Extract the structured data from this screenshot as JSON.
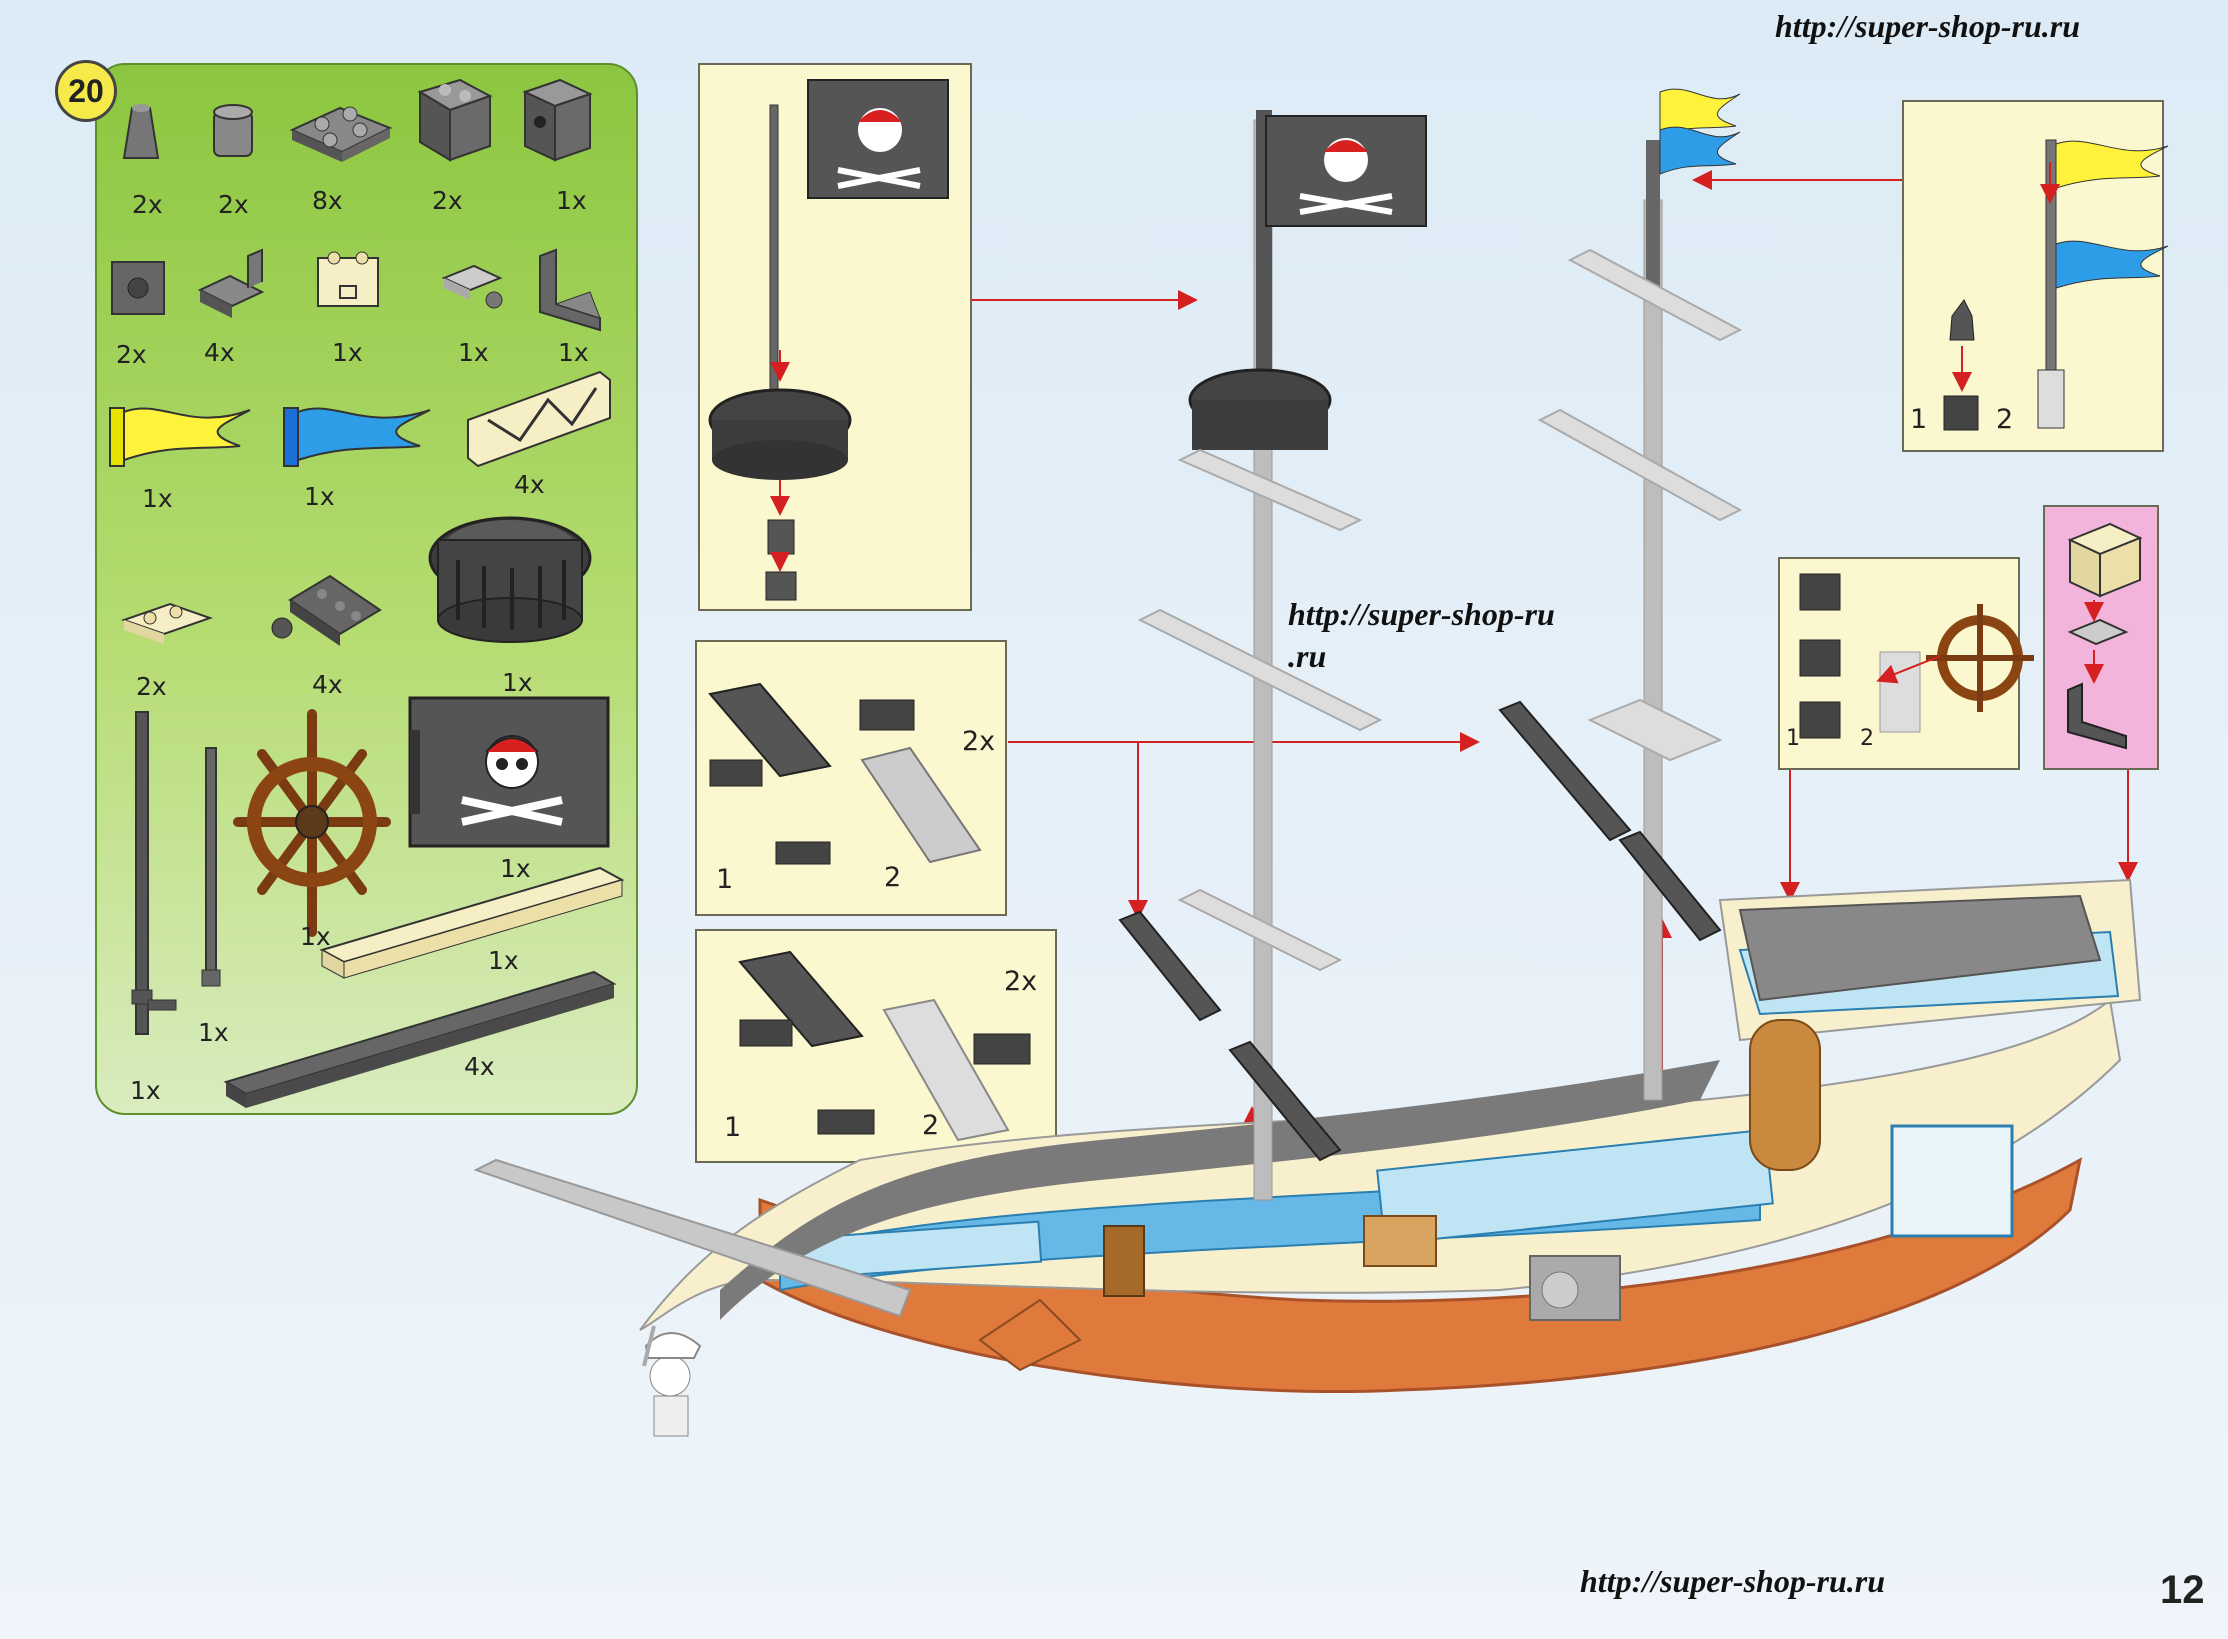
{
  "header": {
    "url_top": "http://super-shop-ru.ru"
  },
  "watermark": {
    "url_middle_line1": "http://super-shop-ru",
    "url_middle_line2": ".ru"
  },
  "footer": {
    "url_bottom": "http://super-shop-ru.ru",
    "page_number": "12"
  },
  "step": {
    "number": "20"
  },
  "parts_list": [
    {
      "icon": "cone-piece-icon",
      "qty": "2x"
    },
    {
      "icon": "round-brick-icon",
      "qty": "2x"
    },
    {
      "icon": "plate-2x2-icon",
      "qty": "8x"
    },
    {
      "icon": "brick-2x2-icon",
      "qty": "2x"
    },
    {
      "icon": "technic-brick-icon",
      "qty": "1x"
    },
    {
      "icon": "brick-side-stud-icon",
      "qty": "2x"
    },
    {
      "icon": "plate-clip-icon",
      "qty": "4x"
    },
    {
      "icon": "tan-brick-hinge-icon",
      "qty": "1x"
    },
    {
      "icon": "plate-with-pin-icon",
      "qty": "1x"
    },
    {
      "icon": "bracket-icon",
      "qty": "1x"
    },
    {
      "icon": "yellow-flag-icon",
      "qty": "1x"
    },
    {
      "icon": "blue-flag-icon",
      "qty": "1x"
    },
    {
      "icon": "fence-icon",
      "qty": "4x"
    },
    {
      "icon": "crows-nest-icon",
      "qty": "1x"
    },
    {
      "icon": "tan-plate-1x2-icon",
      "qty": "2x"
    },
    {
      "icon": "plate-1x4-ball-icon",
      "qty": "4x"
    },
    {
      "icon": "ship-wheel-icon",
      "qty": "1x"
    },
    {
      "icon": "pirate-flag-icon",
      "qty": "1x"
    },
    {
      "icon": "tan-plate-1x8-icon",
      "qty": "1x"
    },
    {
      "icon": "gray-plate-1x10-icon",
      "qty": "4x"
    },
    {
      "icon": "long-mast-pole-icon",
      "qty": "1x"
    },
    {
      "icon": "short-mast-pole-icon",
      "qty": "1x"
    }
  ],
  "sub_steps": {
    "mast_top": {},
    "yard_a": {
      "multiplier": "2x",
      "step1": "1",
      "step2": "2"
    },
    "yard_b": {
      "multiplier": "2x",
      "step1": "1",
      "step2": "2"
    },
    "flag_pole": {
      "step1": "1",
      "step2": "2"
    },
    "wheel": {
      "step1": "1",
      "step2": "2"
    },
    "lantern": {}
  },
  "colors": {
    "panel_green": "#8cc63f",
    "inset_yellow": "#fbf8cf",
    "inset_pink": "#f3b4dc",
    "arrow_red": "#d42020",
    "hull_orange": "#e07a3c",
    "hull_blue": "#66b9e6",
    "hull_cream": "#f8f0cc"
  }
}
